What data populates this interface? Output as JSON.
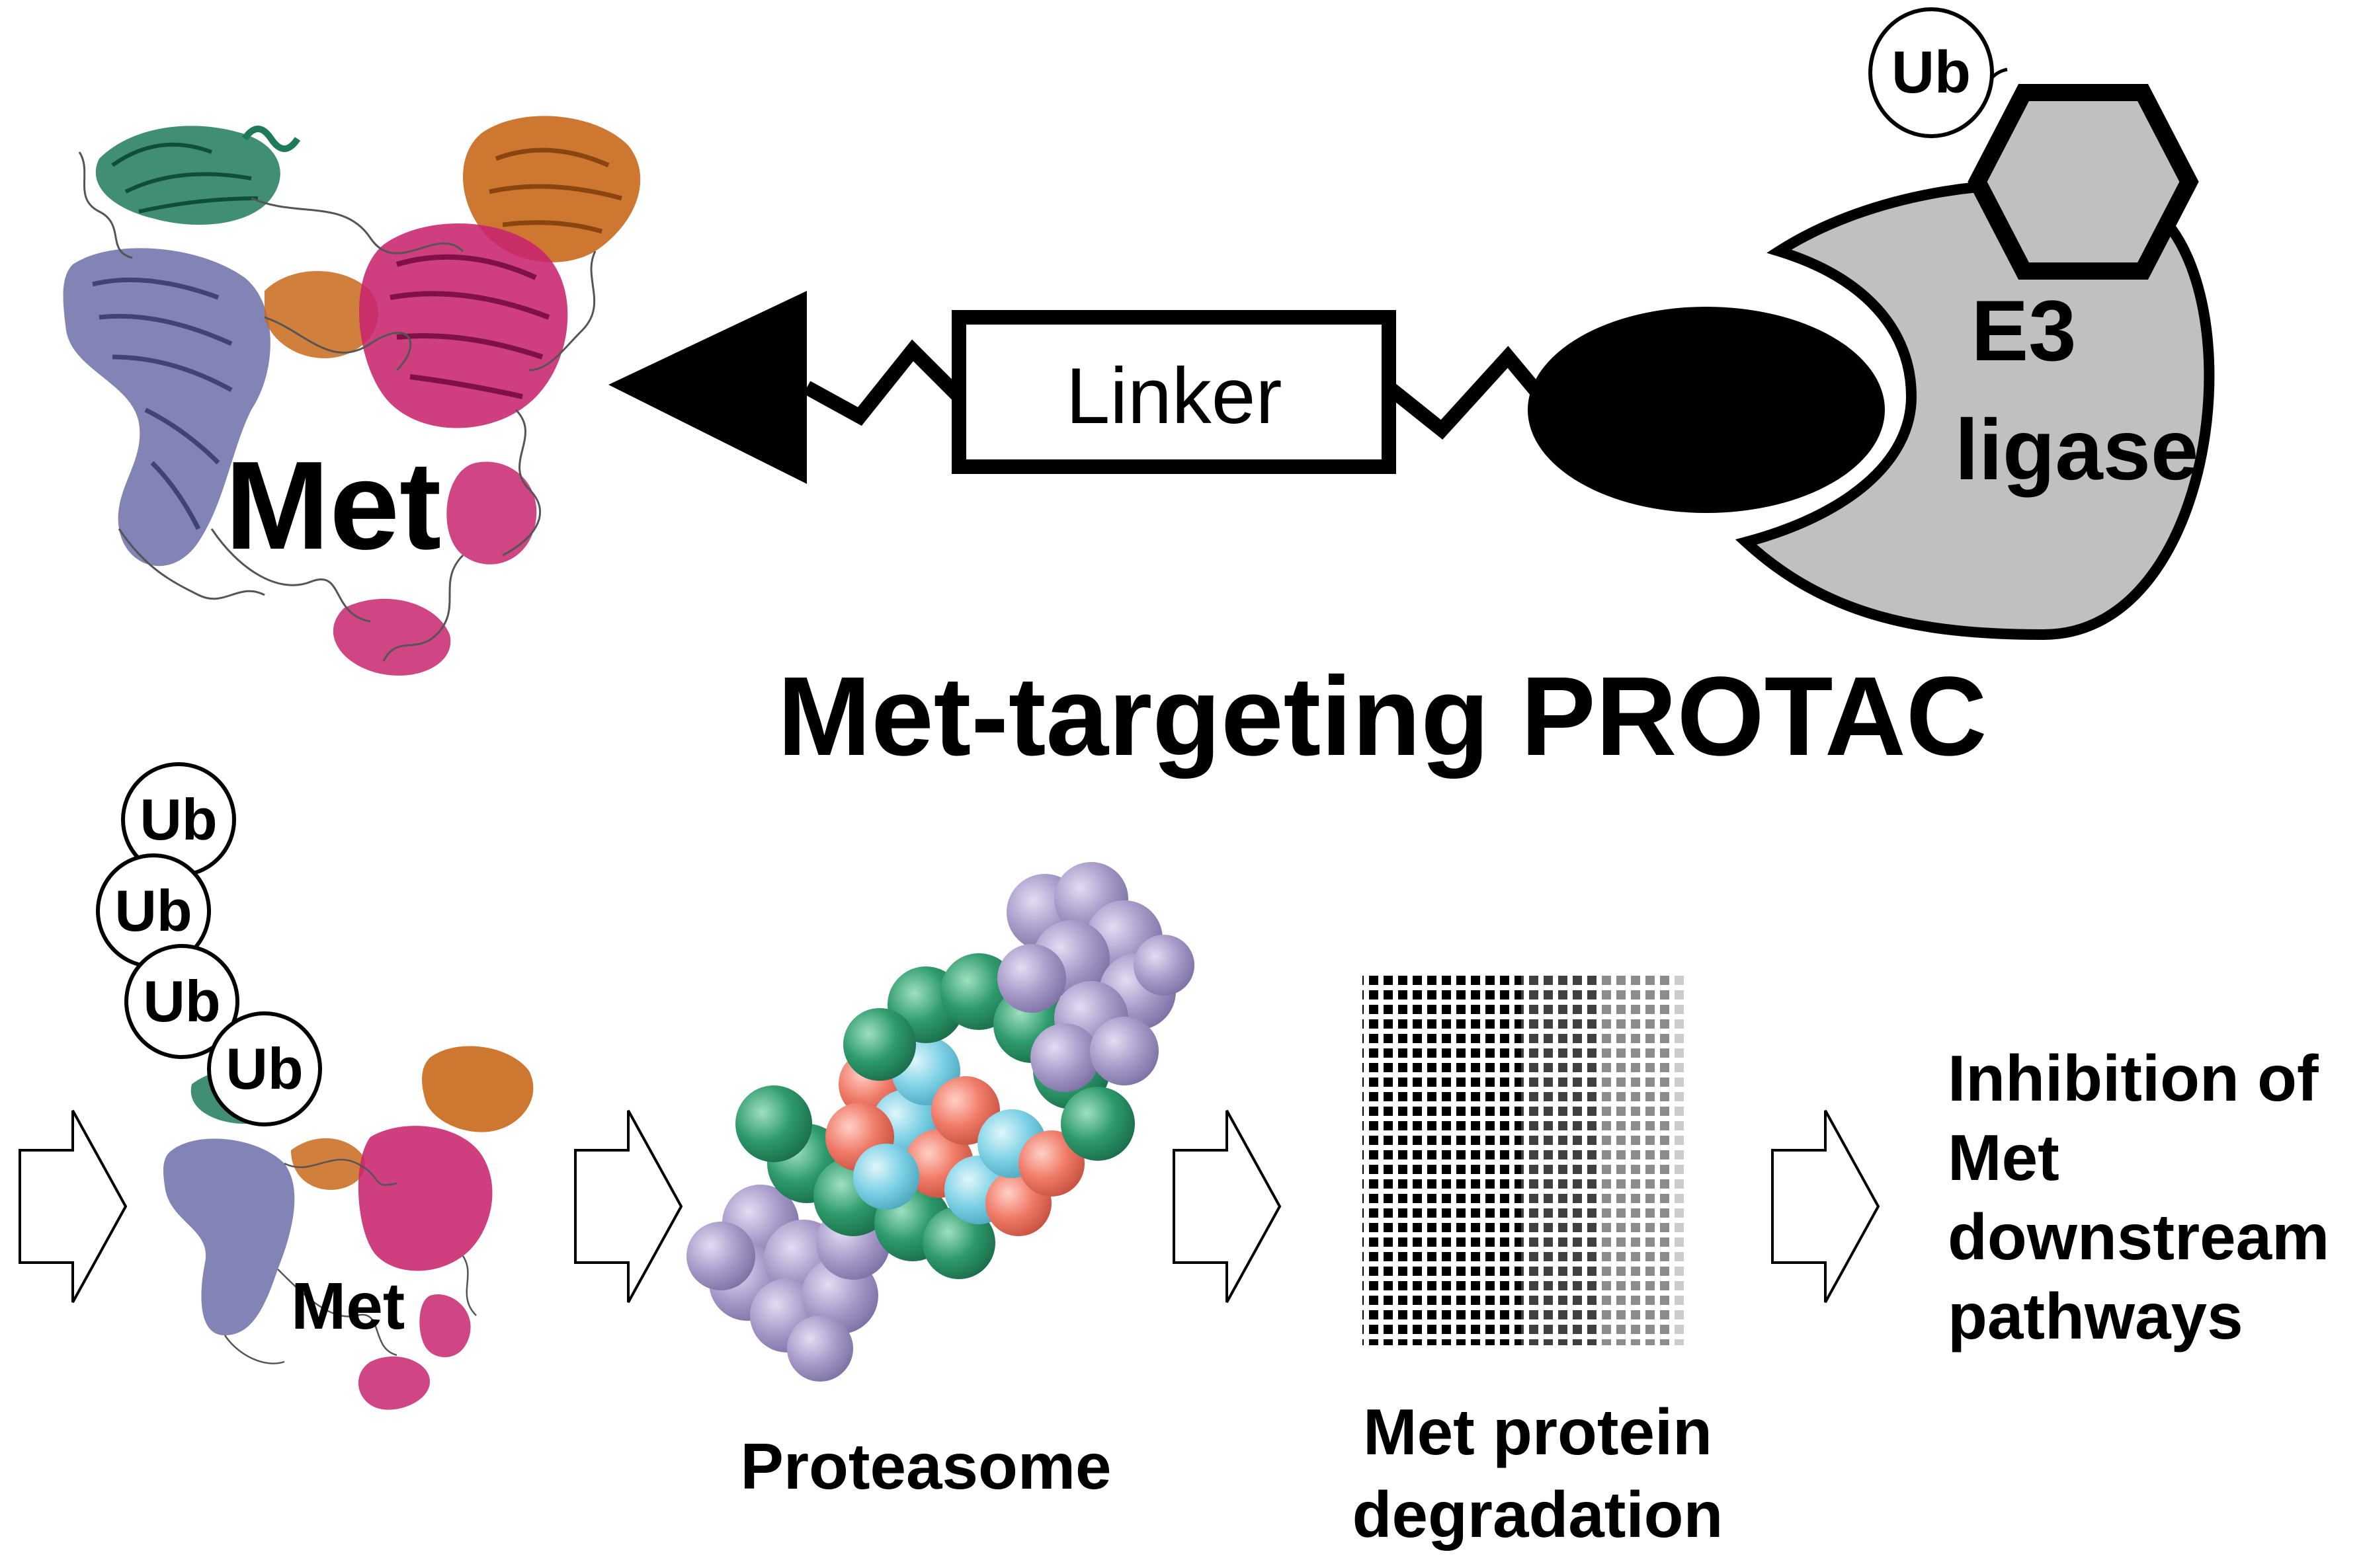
{
  "colors": {
    "domain_green": "#1f7a5a",
    "domain_blue": "#6b6fa8",
    "domain_orange": "#c9681b",
    "domain_magenta": "#c8246e",
    "e3_gray": "#c0c0c0",
    "proteasome_purple": "#a99ccb",
    "proteasome_green": "#2e9a6c",
    "proteasome_cyan": "#7fd2e6",
    "proteasome_salmon": "#f07a68"
  },
  "icons": {
    "warhead": "triangle-warhead-icon",
    "e3_binder": "ellipse-binder-icon",
    "e3_ligase": "pacman-e3-ligase-icon",
    "ubiquitin": "circle-ubiquitin-icon",
    "hexagon": "hexagon-substrate-icon",
    "flow_arrow": "hollow-arrow-icon",
    "degradation": "dotted-degradation-icon"
  },
  "protac": {
    "target_label": "Met",
    "linker_label": "Linker",
    "e3_label_line1": "E3",
    "e3_label_line2": "ligase",
    "ub_label": "Ub",
    "title": "Met-targeting PROTAC"
  },
  "pathway": {
    "ub_chain": [
      "Ub",
      "Ub",
      "Ub",
      "Ub"
    ],
    "met_label": "Met",
    "proteasome_label": "Proteasome",
    "degradation_label_line1": "Met protein",
    "degradation_label_line2": "degradation",
    "outcome_lines": [
      "Inhibition of",
      "Met",
      "downstream",
      "pathways"
    ]
  }
}
